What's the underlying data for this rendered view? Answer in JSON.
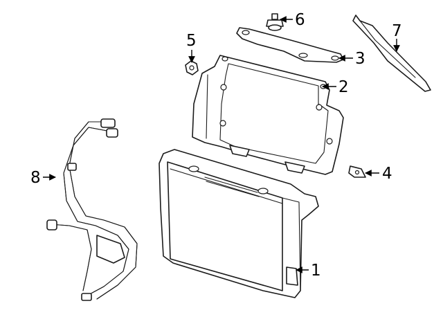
{
  "colors": {
    "line": "#1a1a1a",
    "background": "#ffffff"
  },
  "callouts": [
    {
      "id": "1",
      "label": "1"
    },
    {
      "id": "2",
      "label": "2"
    },
    {
      "id": "3",
      "label": "3"
    },
    {
      "id": "4",
      "label": "4"
    },
    {
      "id": "5",
      "label": "5"
    },
    {
      "id": "6",
      "label": "6"
    },
    {
      "id": "7",
      "label": "7"
    },
    {
      "id": "8",
      "label": "8"
    }
  ]
}
